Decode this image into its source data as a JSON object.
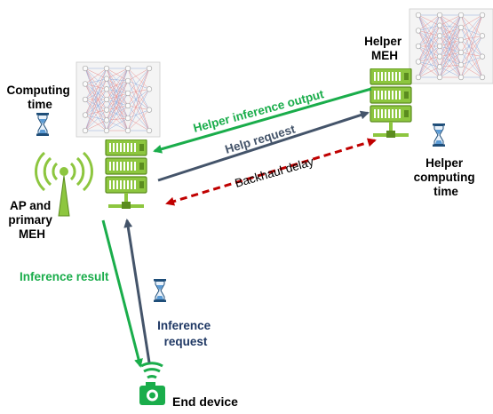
{
  "labels": {
    "computing_time": [
      "Computing",
      "time"
    ],
    "helper_meh": [
      "Helper",
      "MEH"
    ],
    "ap_primary": [
      "AP and",
      "primary",
      "MEH"
    ],
    "helper_computing_time": [
      "Helper",
      "computing",
      "time"
    ],
    "helper_inference_output": "Helper inference output",
    "help_request": "Help request",
    "backhaul_delay": "Backhaul delay",
    "inference_result": "Inference result",
    "inference_request": [
      "Inference",
      "request"
    ],
    "end_device": "End device"
  },
  "colors": {
    "green": "#1aad4b",
    "navy": "#44546a",
    "red": "#c00000",
    "server_green": "#8dc63f",
    "server_dark": "#5b8c1f",
    "request_text": "#1f3864",
    "hourglass": "#1f4e79",
    "sand": "#5b9bd5"
  },
  "icons": [
    "hourglass-icon",
    "server-rack-icon",
    "antenna-icon",
    "camera-icon",
    "wifi-icon",
    "neural-network-icon"
  ]
}
